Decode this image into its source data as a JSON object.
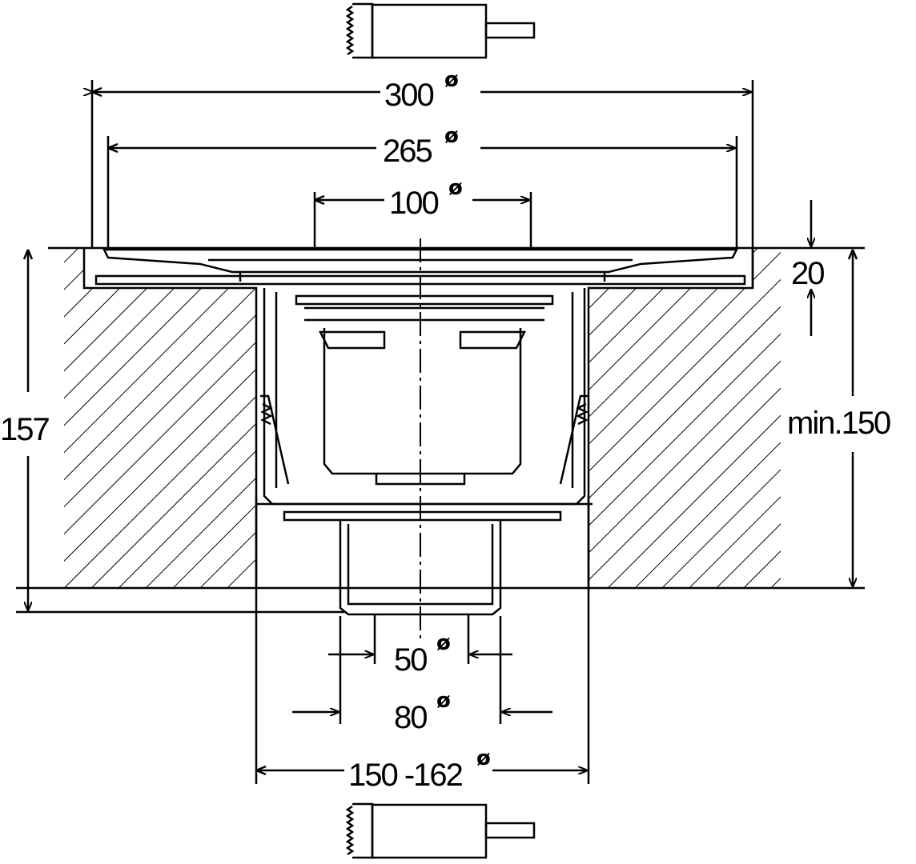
{
  "dimensions": {
    "d300": {
      "value": "300",
      "symbol": "ø"
    },
    "d265": {
      "value": "265",
      "symbol": "ø"
    },
    "d100": {
      "value": "100",
      "symbol": "ø"
    },
    "h20": {
      "value": "20"
    },
    "h157": {
      "value": "157"
    },
    "hmin150": {
      "value": "min.150"
    },
    "d50": {
      "value": "50",
      "symbol": "ø"
    },
    "d80": {
      "value": "80",
      "symbol": "ø"
    },
    "d150": {
      "value": "150 -162",
      "symbol": "ø"
    }
  },
  "colors": {
    "line": "#000000",
    "background": "#ffffff"
  }
}
